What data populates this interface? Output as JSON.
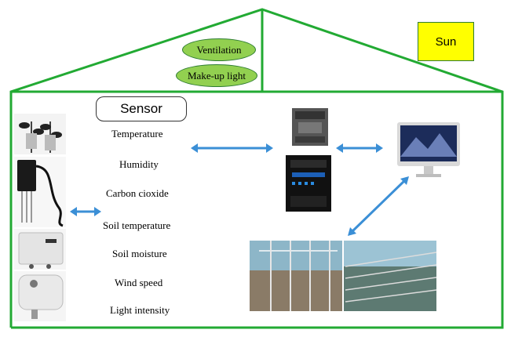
{
  "roof": {
    "ventilation_label": "Ventilation",
    "makeup_light_label": "Make-up light",
    "sun_label": "Sun"
  },
  "sensor": {
    "title": "Sensor",
    "items": [
      "Temperature",
      "Humidity",
      "Carbon cioxide",
      "Soil temperature",
      "Soil moisture",
      "Wind speed",
      "Light intensity"
    ]
  },
  "colors": {
    "frame": "#22aa33",
    "pill_fill": "#92d050",
    "sun_fill": "#ffff00",
    "arrow": "#3b8fd6"
  },
  "icons": [
    "anemometer-icon",
    "soil-probe-icon",
    "sensor-box-icon",
    "light-sensor-icon",
    "plc-controller-icon",
    "gateway-device-icon",
    "computer-monitor-icon",
    "greenhouse-photo-icon"
  ]
}
